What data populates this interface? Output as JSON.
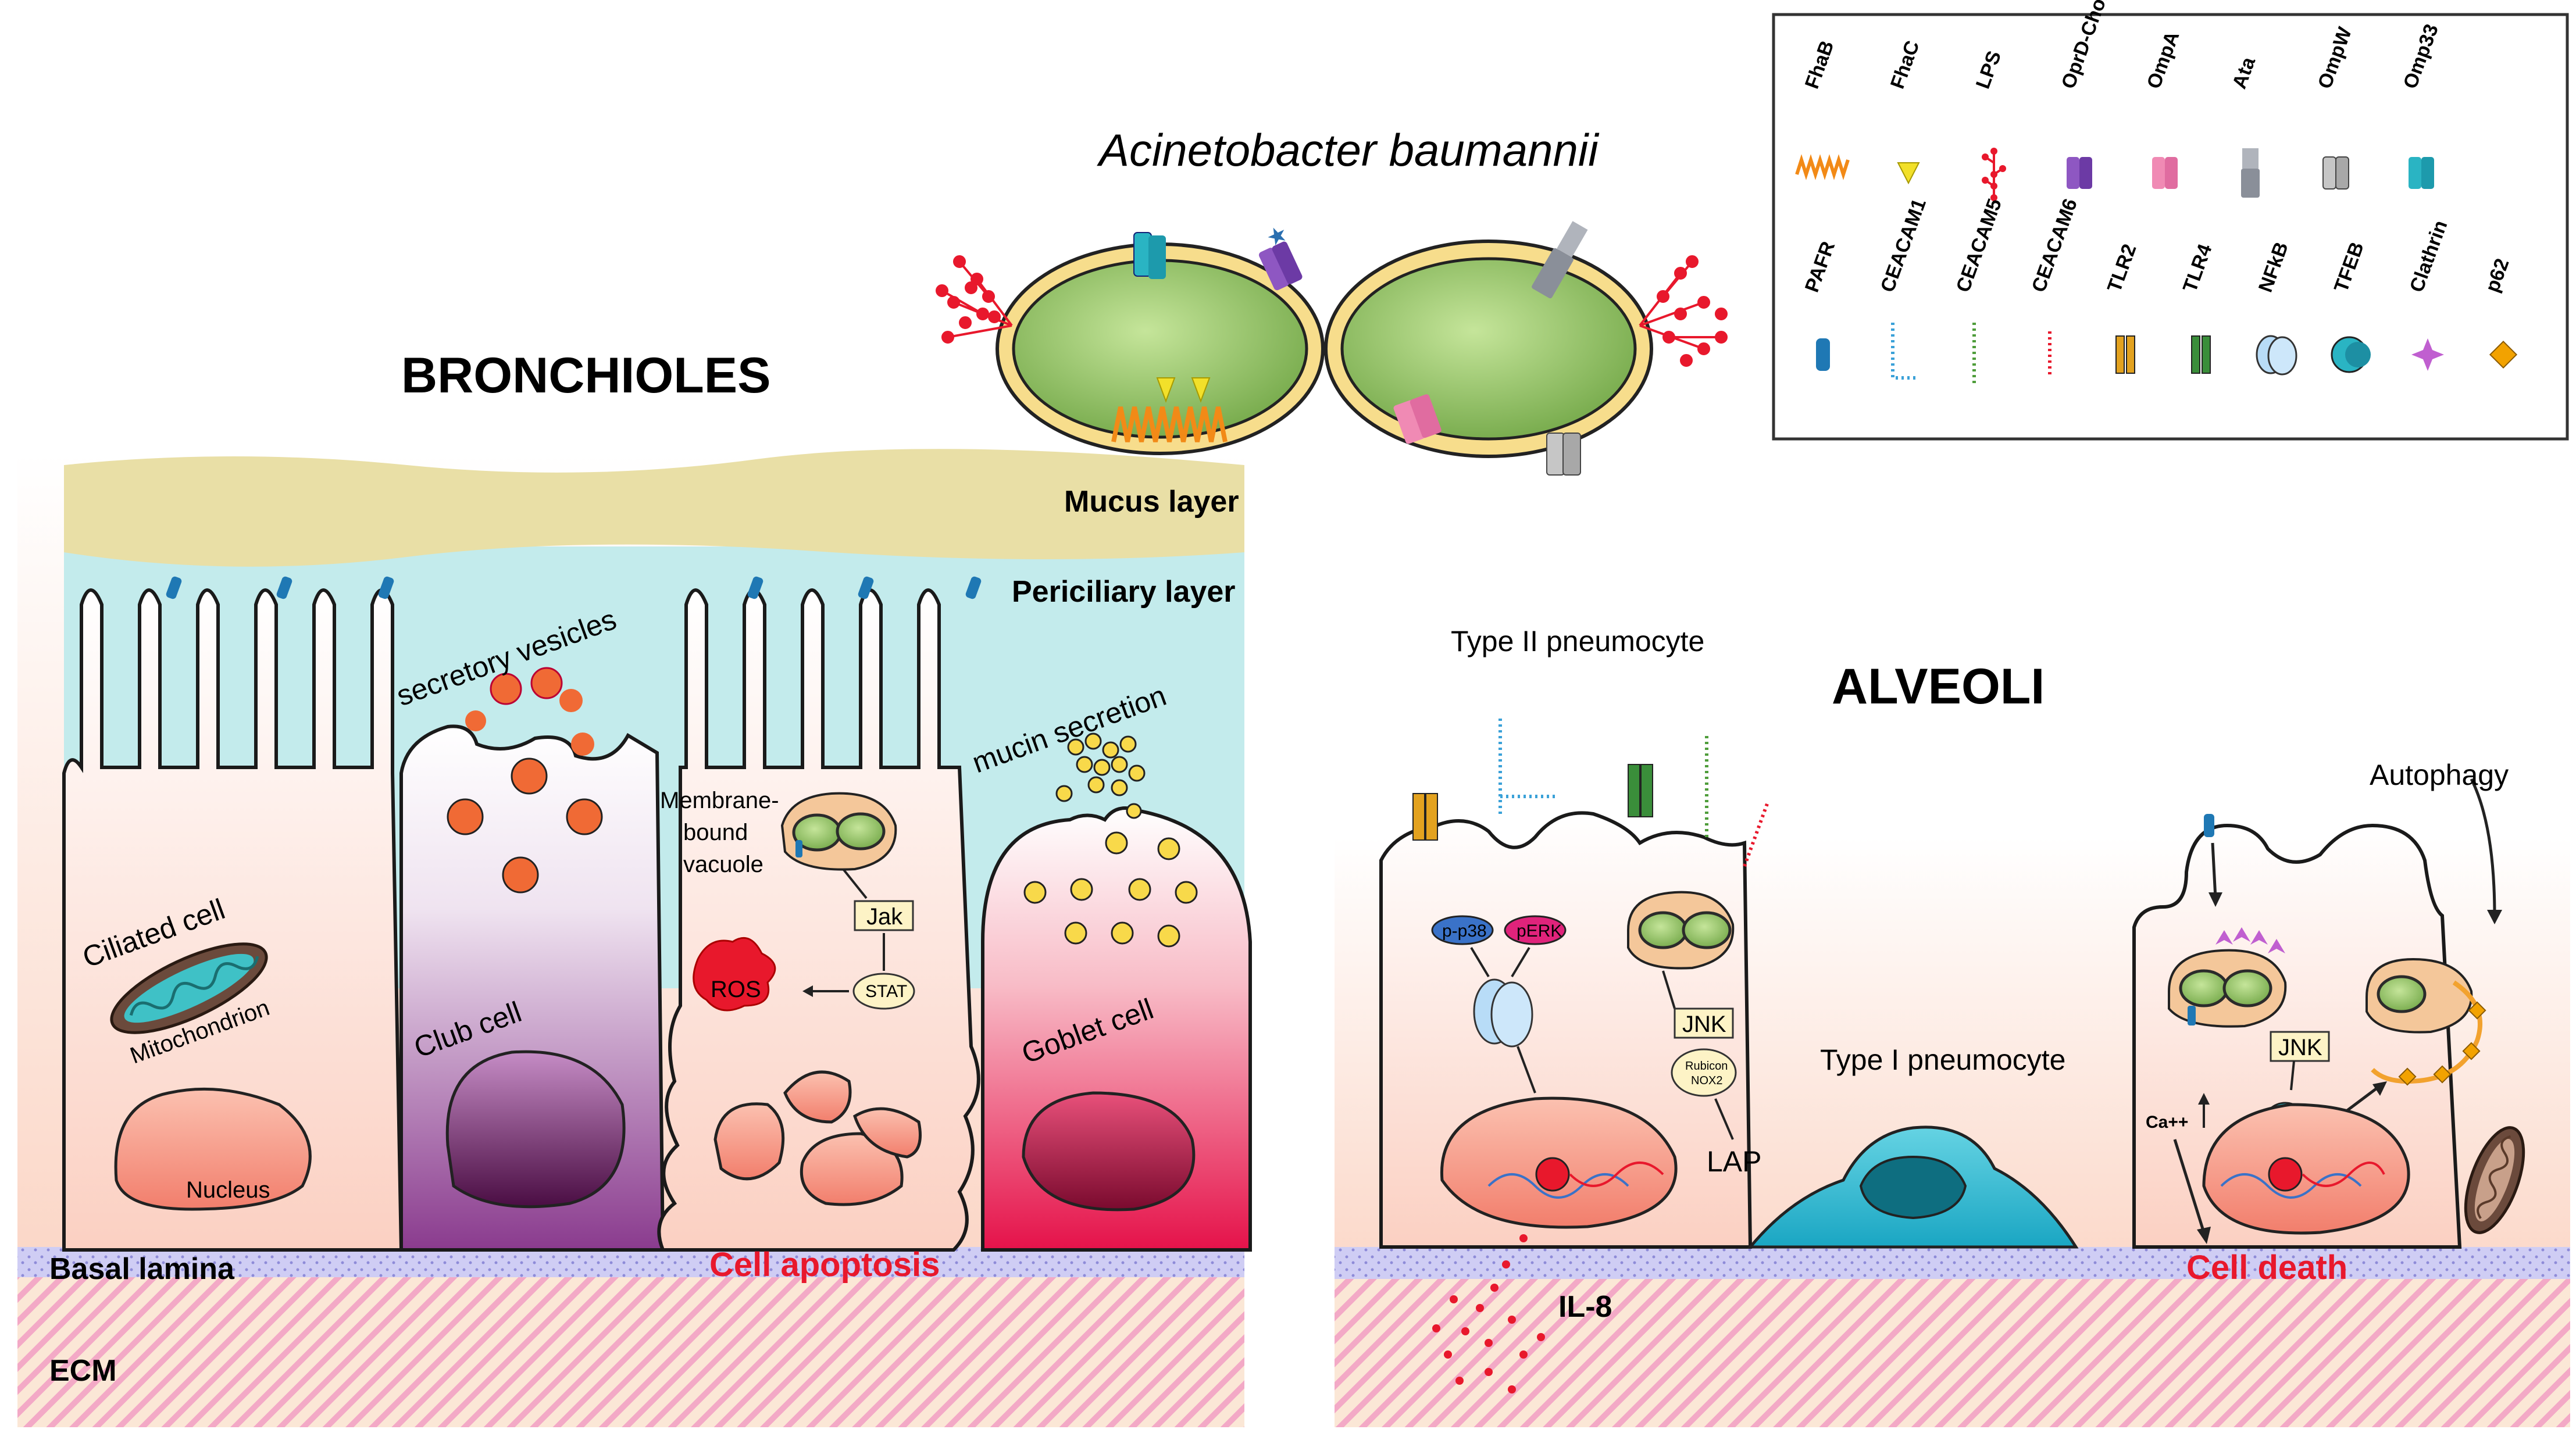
{
  "labels": {
    "bacterium": "Acinetobacter baumannii",
    "bronchioles": "BRONCHIOLES",
    "alveoli": "ALVEOLI",
    "mucus_layer": "Mucus layer",
    "periciliary_layer": "Periciliary layer",
    "basal_lamina": "Basal lamina",
    "ecm": "ECM",
    "cell_apoptosis": "Cell apoptosis",
    "cell_death": "Cell death",
    "secretory_vesicles": "secretory vesicles",
    "mucin_secretion": "mucin secretion",
    "ciliated_cell": "Ciliated cell",
    "mitochondrion": "Mitochondrion",
    "nucleus": "Nucleus",
    "club_cell": "Club cell",
    "goblet_cell": "Goblet cell",
    "membrane_bound_vacuole": [
      "Membrane-",
      "bound",
      "vacuole"
    ],
    "jak": "Jak",
    "stat": "STAT",
    "ros": "ROS",
    "type2": "Type II pneumocyte",
    "type1": "Type I pneumocyte",
    "autophagy": "Autophagy",
    "pp38": "p-p38",
    "perk": "pERK",
    "jnk": "JNK",
    "rubicon": [
      "Rubicon",
      "NOX2"
    ],
    "lap": "LAP",
    "il8": "IL-8",
    "ca": "Ca++"
  },
  "legend": {
    "row1": [
      "FhaB",
      "FhaC",
      "LPS",
      "OprD-ChoP",
      "OmpA",
      "Ata",
      "OmpW",
      "Omp33"
    ],
    "row2": [
      "PAFR",
      "CEACAM1",
      "CEACAM5",
      "CEACAM6",
      "TLR2",
      "TLR4",
      "NFkB",
      "TFEB",
      "Clathrin",
      "p62"
    ]
  },
  "colors": {
    "mucus": "#e9dfa6",
    "periciliary": "#bfe9ea",
    "basal_lamina": "#c9c8f2",
    "ecm_stripe": "#f2a9c8",
    "goblet": "#e8174a",
    "club": "#8e3e92",
    "bacterium_body": "#8fbf5c",
    "capsule": "#f7dd8c",
    "ros": "#e8182c",
    "type1": "#2cb5cf"
  }
}
